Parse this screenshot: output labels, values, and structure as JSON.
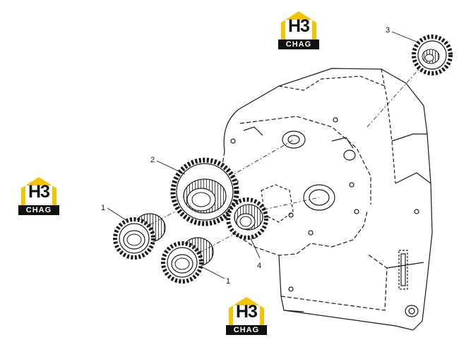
{
  "callouts": [
    {
      "id": "c1a",
      "label": "1"
    },
    {
      "id": "c2",
      "label": "2"
    },
    {
      "id": "c3",
      "label": "3"
    },
    {
      "id": "c4",
      "label": "4"
    },
    {
      "id": "c1b",
      "label": "1"
    }
  ],
  "watermark": {
    "letters": "H3",
    "subtitle": "CHAG",
    "colors": {
      "house": "#f5c400",
      "text": "#111111",
      "bar": "#111111",
      "bar_text": "#ffffff"
    }
  },
  "colors": {
    "line": "#1a1a1a",
    "paper": "#ffffff"
  }
}
